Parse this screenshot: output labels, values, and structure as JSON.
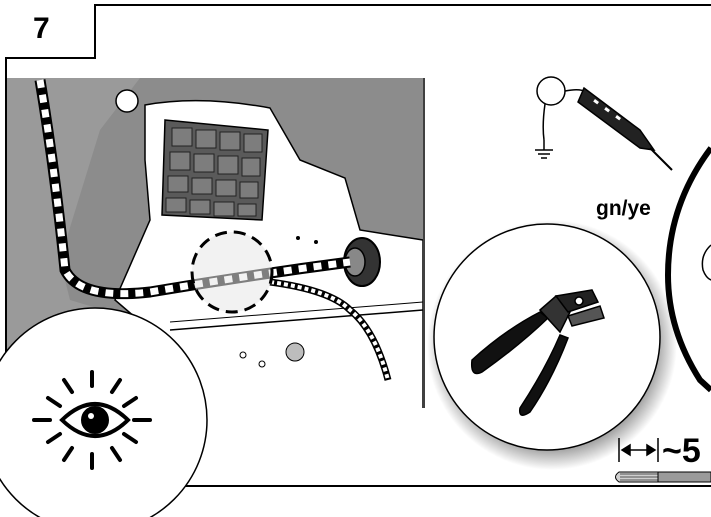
{
  "step": {
    "number": "7"
  },
  "wire_label": "gn/ye",
  "strip_length_label": "~5",
  "icons": {
    "inspect": "eye-icon",
    "tool": "side-cutter-pliers-icon",
    "tester": "voltage-tester-icon",
    "ground": "ground-symbol-icon",
    "dimension": "double-arrow-icon"
  },
  "colors": {
    "line": "#000000",
    "photo_background": "#8a8a8a",
    "panel": "#ffffff"
  }
}
